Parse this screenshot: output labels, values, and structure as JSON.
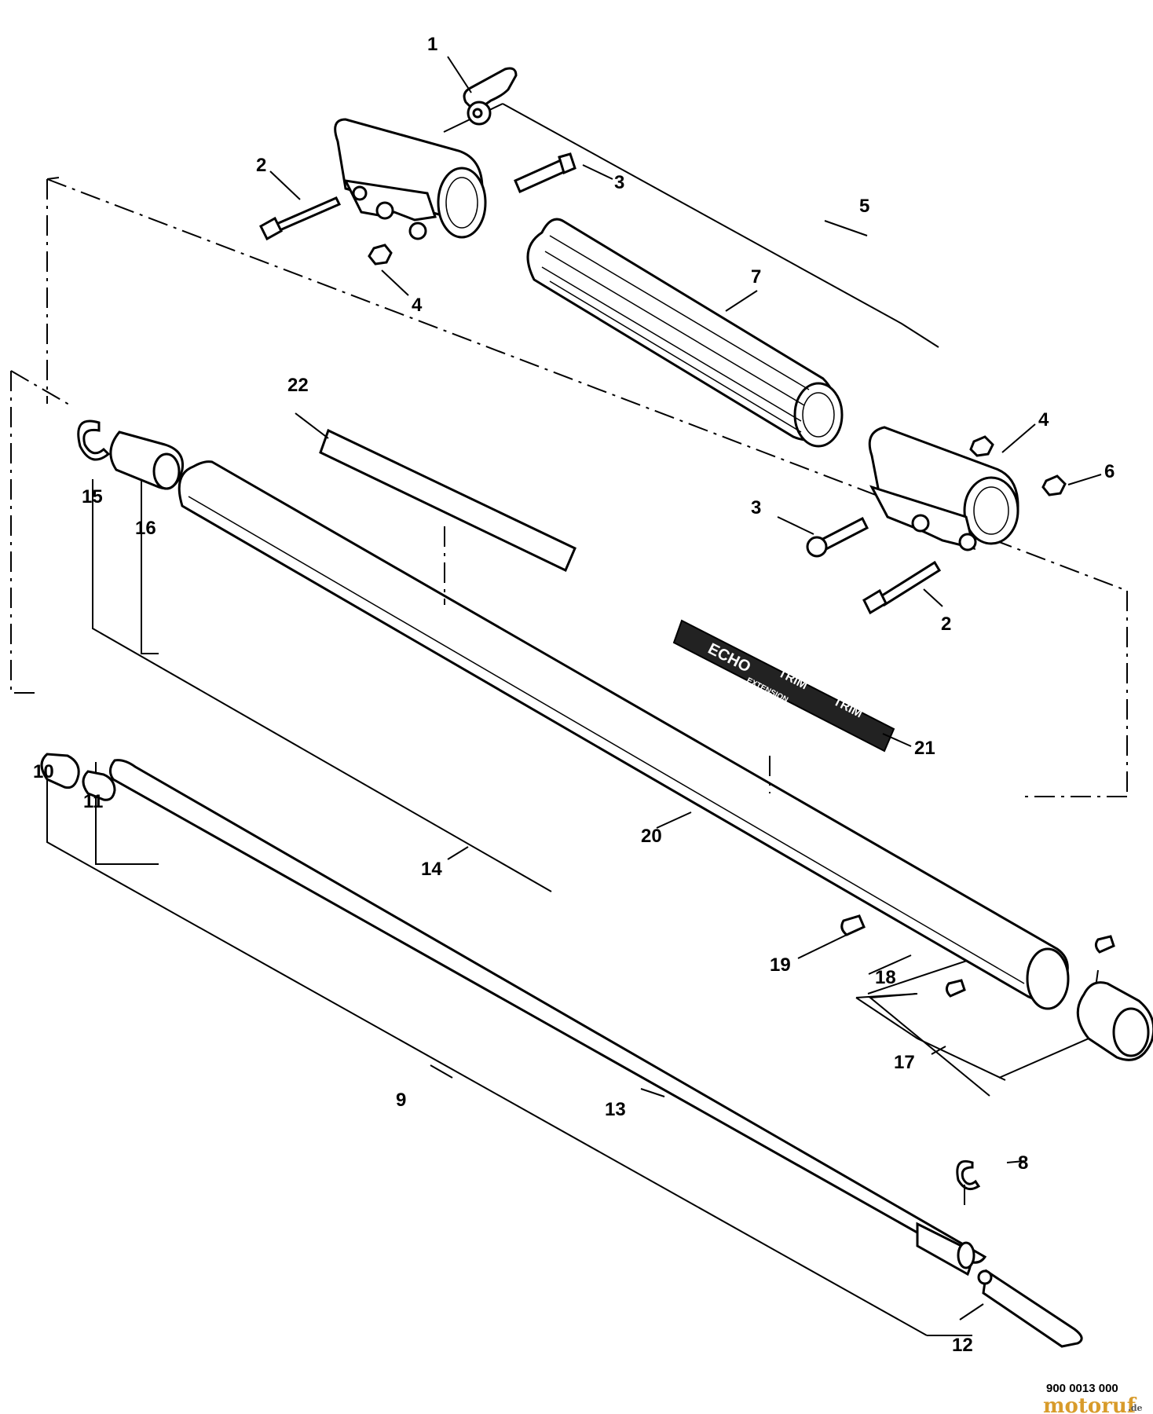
{
  "diagram": {
    "part_labels": [
      "1",
      "2",
      "3",
      "4",
      "5",
      "7",
      "22",
      "4",
      "6",
      "3",
      "2",
      "15",
      "16",
      "21",
      "10",
      "11",
      "20",
      "14",
      "19",
      "18",
      "17",
      "9",
      "13",
      "8",
      "12"
    ],
    "decal_text": {
      "brand": "ECHO",
      "model_a": "TRIM",
      "model_b": "TRIM",
      "sub": "EXTENSION"
    },
    "drawing_number": "900 0013 000",
    "watermark": {
      "main": "motoruf",
      "suffix": ".de"
    }
  }
}
